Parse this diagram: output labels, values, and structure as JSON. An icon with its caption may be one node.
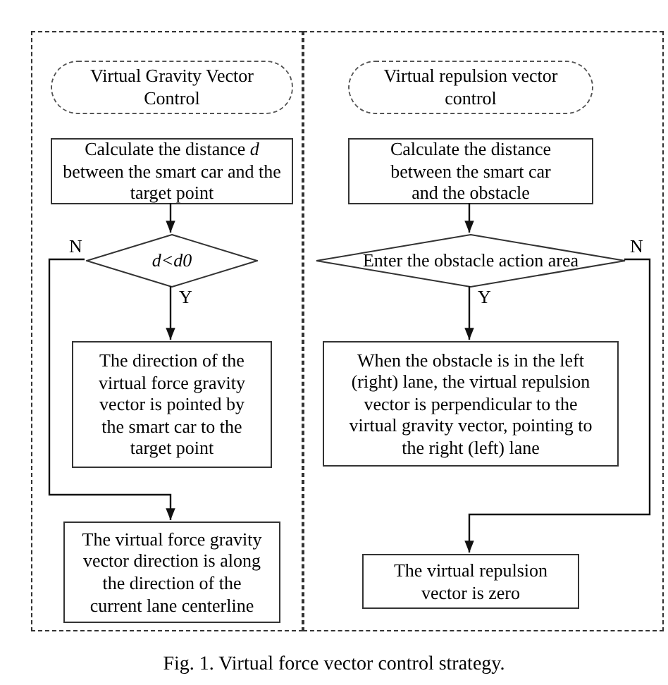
{
  "diagram": {
    "caption": "Fig. 1. Virtual force vector control strategy.",
    "nodes": [
      {
        "text": [],
        "shape": "box"
      },
      {
        "text": [],
        "shape": "box"
      },
      {
        "text": [
          "Virtual Gravity Vector Control"
        ],
        "in": 0
      },
      {
        "text": [
          "Calculate the distance *d* between the smart car and the target point"
        ],
        "in": 0
      },
      {
        "text": [
          "d<d0"
        ],
        "in": 0
      },
      {
        "text": [
          "The direction of the virtual force gravity vector is pointed by the smart car to the target point"
        ],
        "in": 0
      },
      {
        "text": [
          "The virtual force gravity vector direction is along the direction of the current lane centerline"
        ],
        "in": 0
      },
      {
        "text": [
          "Virtual repulsion vector control"
        ],
        "in": 1
      },
      {
        "text": [
          "Calculate the distance between the smart car and the obstacle"
        ],
        "in": 1
      },
      {
        "text": [
          "Enter the obstacle action area"
        ],
        "in": 1
      },
      {
        "text": [
          "When the obstacle is in the left (right) lane, the virtual repulsion vector is perpendicular to the virtual gravity vector, pointing to the right (left) lane"
        ],
        "in": 1
      },
      {
        "text": [
          "The virtual repulsion vector is zero"
        ],
        "in": 1
      }
    ],
    "edges": [
      {
        "from": 3,
        "to": 4,
        "arrow": "to"
      },
      {
        "from": 4,
        "to": 5,
        "arrow": "to",
        "label": "Y"
      },
      {
        "from": 4,
        "to": 6,
        "arrow": "to",
        "label": "N"
      },
      {
        "from": 8,
        "to": 9,
        "arrow": "to"
      },
      {
        "from": 9,
        "to": 10,
        "arrow": "to",
        "label": "Y"
      },
      {
        "from": 9,
        "to": 11,
        "arrow": "to",
        "label": "N"
      }
    ]
  }
}
